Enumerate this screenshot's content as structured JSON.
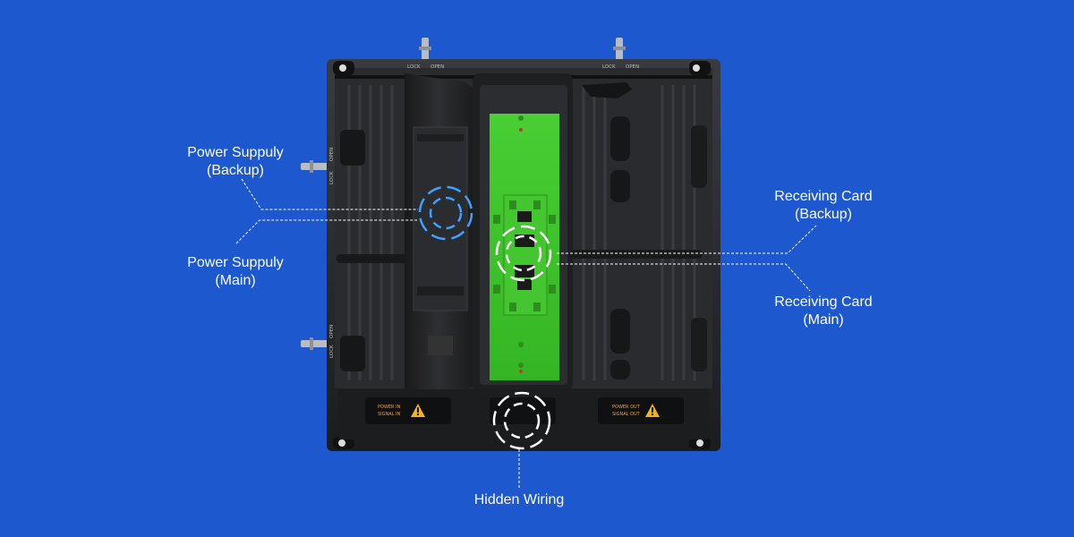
{
  "labels": {
    "power_backup": {
      "line1": "Power Suppuly",
      "line2": "(Backup)"
    },
    "power_main": {
      "line1": "Power Suppuly",
      "line2": "(Main)"
    },
    "receiving_backup": {
      "line1": "Receiving Card",
      "line2": "(Backup)"
    },
    "receiving_main": {
      "line1": "Receiving Card",
      "line2": "(Main)"
    },
    "hidden_wiring": "Hidden Wiring"
  },
  "cabinet": {
    "left_lock_top": "LOCK",
    "left_open_top": "OPEN",
    "right_lock_top": "LOCK",
    "right_open_top": "OPEN",
    "left_lock_side": "LOCK",
    "left_open_side": "OPEN",
    "left_lock_side2": "LOCK",
    "left_open_side2": "OPEN",
    "port_left_1": "POWER IN",
    "port_left_2": "SIGNAL IN",
    "port_right_1": "POWER OUT",
    "port_right_2": "SIGNAL OUT"
  },
  "colors": {
    "background": "#1e58cf",
    "pcb": "#3ec42a",
    "backup_marker": "#3fa0ff",
    "main_marker": "#ffffff",
    "warning": "#f2b21a"
  }
}
